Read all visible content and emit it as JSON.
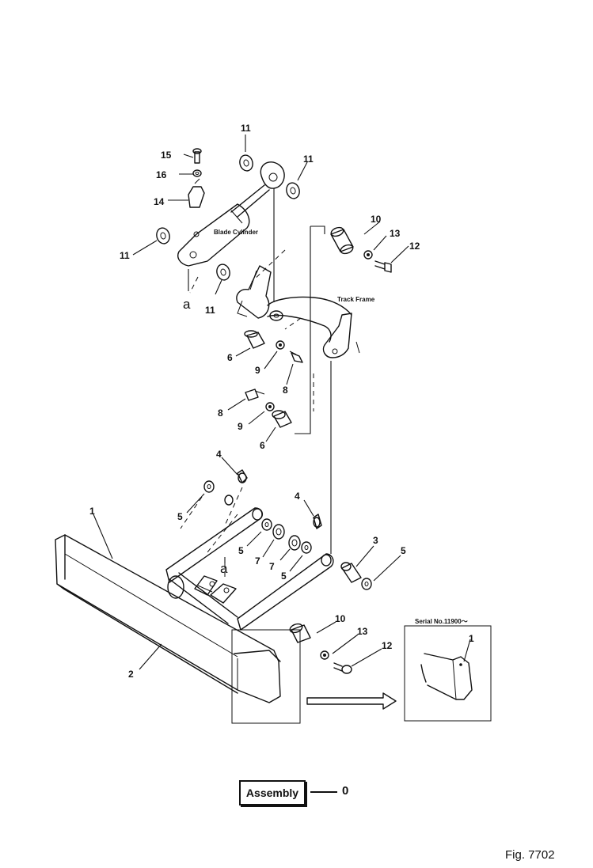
{
  "diagram": {
    "annotations": {
      "blade_cylinder": "Blade Cylinder",
      "track_frame": "Track Frame",
      "serial_number": "Serial No.11900～"
    },
    "part_labels": [
      {
        "id": "11-top",
        "text": "11"
      },
      {
        "id": "11-right",
        "text": "11"
      },
      {
        "id": "11-left",
        "text": "11"
      },
      {
        "id": "11-lower",
        "text": "11"
      },
      {
        "id": "15",
        "text": "15"
      },
      {
        "id": "16",
        "text": "16"
      },
      {
        "id": "14",
        "text": "14"
      },
      {
        "id": "10-top",
        "text": "10"
      },
      {
        "id": "13-top",
        "text": "13"
      },
      {
        "id": "12-top",
        "text": "12"
      },
      {
        "id": "6-upper",
        "text": "6"
      },
      {
        "id": "9-upper",
        "text": "9"
      },
      {
        "id": "8-upper",
        "text": "8"
      },
      {
        "id": "8-lower",
        "text": "8"
      },
      {
        "id": "9-lower",
        "text": "9"
      },
      {
        "id": "6-lower",
        "text": "6"
      },
      {
        "id": "4-upper",
        "text": "4"
      },
      {
        "id": "4-right",
        "text": "4"
      },
      {
        "id": "5-left",
        "text": "5"
      },
      {
        "id": "5-mid",
        "text": "5"
      },
      {
        "id": "7-a",
        "text": "7"
      },
      {
        "id": "7-b",
        "text": "7"
      },
      {
        "id": "5-midright",
        "text": "5"
      },
      {
        "id": "3",
        "text": "3"
      },
      {
        "id": "5-right",
        "text": "5"
      },
      {
        "id": "1-blade",
        "text": "1"
      },
      {
        "id": "2",
        "text": "2"
      },
      {
        "id": "10-bottom",
        "text": "10"
      },
      {
        "id": "13-bottom",
        "text": "13"
      },
      {
        "id": "12-bottom",
        "text": "12"
      },
      {
        "id": "1-inset",
        "text": "1"
      }
    ],
    "connection_labels": {
      "a_cylinder": "a",
      "a_frame": "a"
    }
  },
  "assembly": {
    "label": "Assembly",
    "number": "0"
  },
  "figure_number": "Fig. 7702"
}
